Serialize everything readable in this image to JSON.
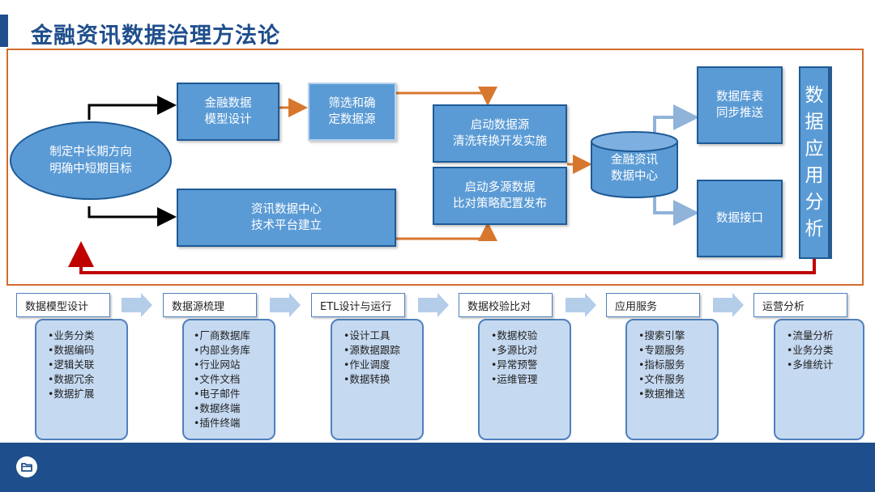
{
  "title": "金融资讯数据治理方法论",
  "flow": {
    "goal": "制定中长期方向\n明确中短期目标",
    "model_design": "金融数据\n模型设计",
    "filter_source": "筛选和确\n定数据源",
    "platform": "资讯数据中心\n技术平台建立",
    "start_source": "启动数据源\n清洗转换开发实施",
    "multi_source": "启动多源数据\n比对策略配置发布",
    "data_center": "金融资讯\n数据中心",
    "db_sync": "数据库表\n同步推送",
    "data_api": "数据接口",
    "app_analysis": [
      "数",
      "据",
      "应",
      "用",
      "分",
      "析"
    ]
  },
  "stages": [
    {
      "title": "数据模型设计",
      "items": [
        "•业务分类",
        "•数据编码",
        "•逻辑关联",
        "•数据冗余",
        "•数据扩展"
      ]
    },
    {
      "title": "数据源梳理",
      "items": [
        "•厂商数据库",
        "•内部业务库",
        "•行业网站",
        "•文件文档",
        "•电子邮件",
        "•数据终端",
        "•插件终端"
      ]
    },
    {
      "title": "ETL设计与运行",
      "items": [
        "•设计工具",
        "•源数据跟踪",
        "•作业调度",
        "•数据转换"
      ]
    },
    {
      "title": "数据校验比对",
      "items": [
        "•数据校验",
        "•多源比对",
        "•异常预警",
        "•运维管理"
      ]
    },
    {
      "title": "应用服务",
      "items": [
        "•搜索引擎",
        "•专题服务",
        "•指标服务",
        "•文件服务",
        "•数据推送"
      ]
    },
    {
      "title": "运营分析",
      "items": [
        "•流量分析",
        "•业务分类",
        "•多维统计"
      ]
    }
  ],
  "footer_icon": "folder-icon",
  "colors": {
    "accent": "#1f4e8c",
    "box": "#5b9bd5",
    "frame": "#d36b2f",
    "feedback": "#c00000"
  }
}
